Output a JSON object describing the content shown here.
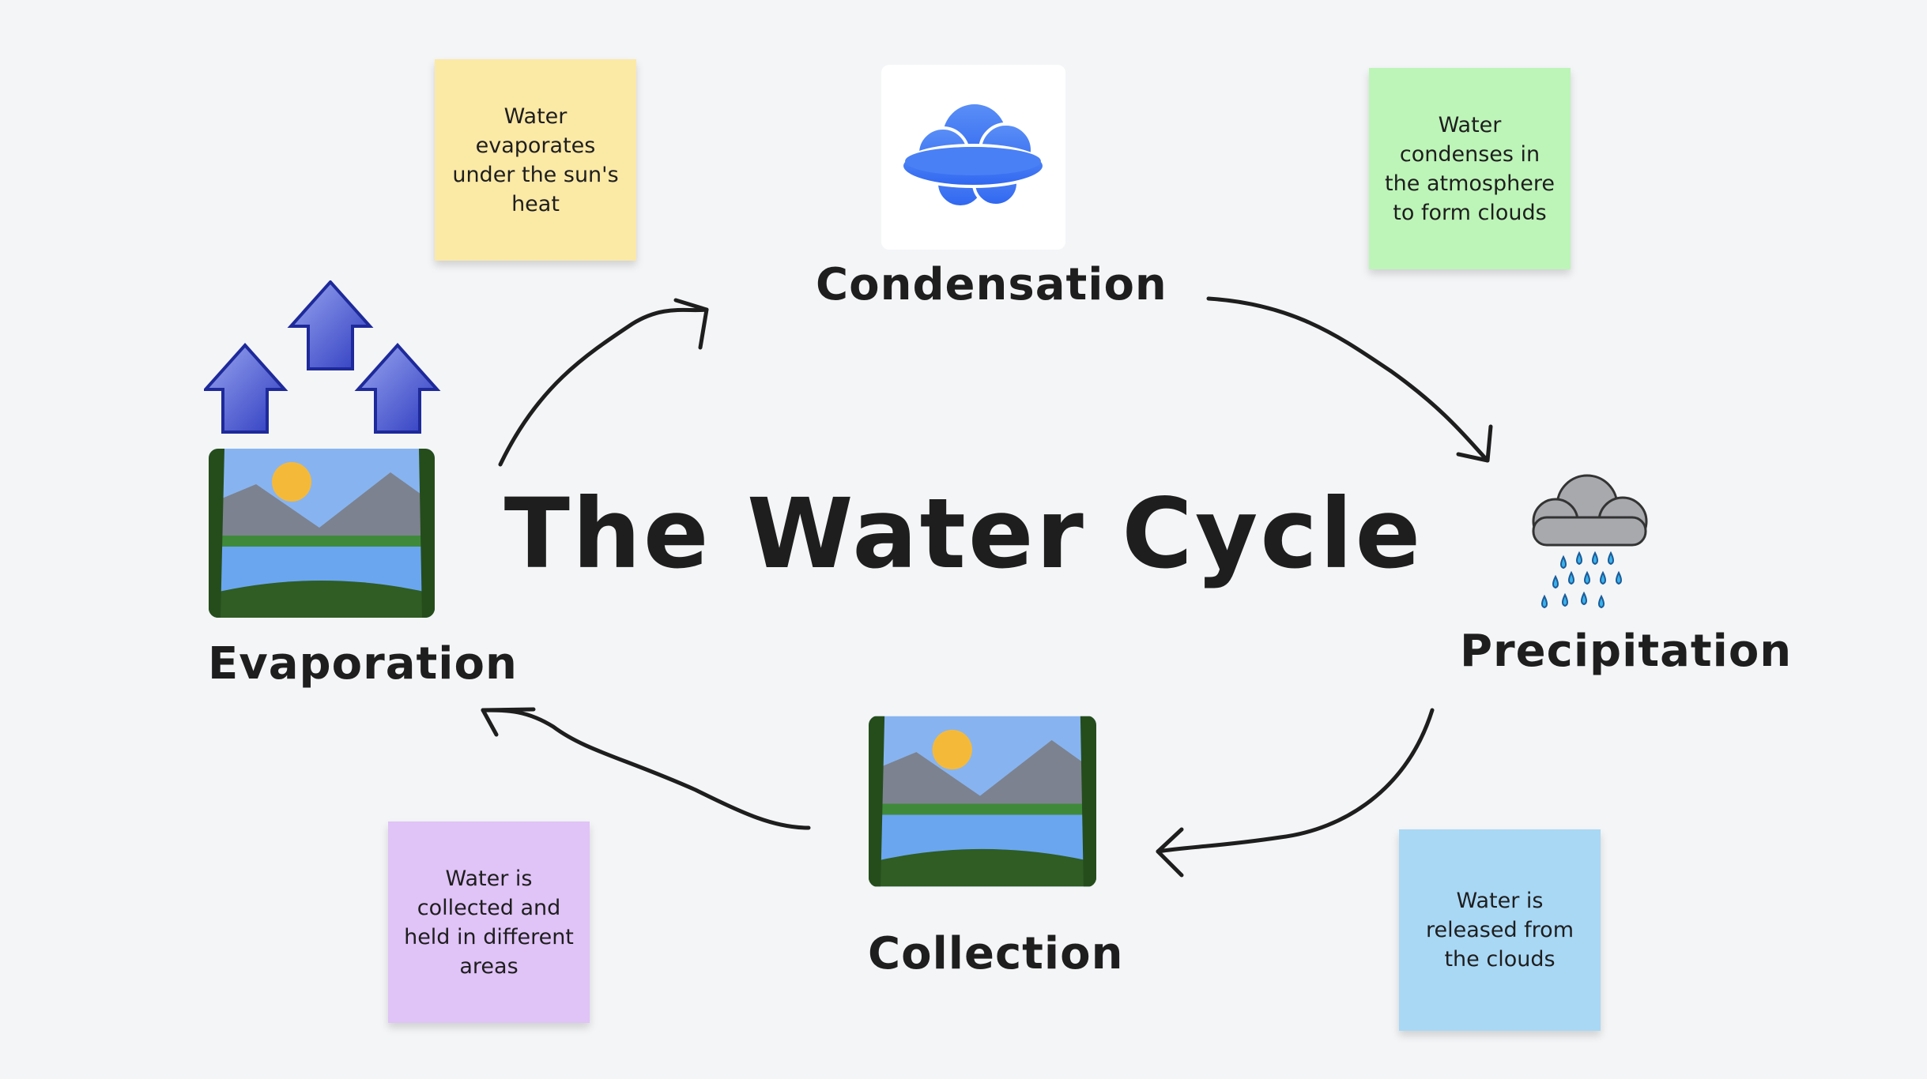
{
  "title": "The Water Cycle",
  "stages": {
    "evaporation": {
      "label": "Evaporation",
      "note": "Water evaporates under the sun's heat",
      "note_color": "#fbe9a6",
      "icon": "up-arrows-icon"
    },
    "condensation": {
      "label": "Condensation",
      "note": "Water condenses in the atmosphere to form clouds",
      "note_color": "#bdf5b8",
      "icon": "cloud-icon"
    },
    "precipitation": {
      "label": "Precipitation",
      "note": "Water is released from the clouds",
      "note_color": "#a9d8f5",
      "icon": "rain-cloud-icon"
    },
    "collection": {
      "label": "Collection",
      "note": "Water is collected and held in different areas",
      "note_color": "#e0c3f7",
      "icon": "lake-landscape-icon"
    }
  },
  "colors": {
    "background": "#f4f5f7",
    "arrow": "#1e1e1e"
  }
}
